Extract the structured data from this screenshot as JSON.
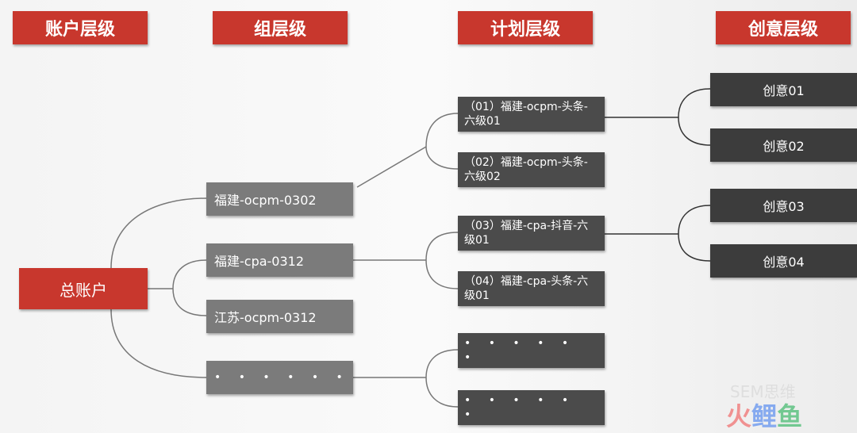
{
  "headers": [
    "账户层级",
    "组层级",
    "计划层级",
    "创意层级"
  ],
  "root": "总账户",
  "groups": [
    "福建-ocpm-0302",
    "福建-cpa-0312",
    "江苏-ocpm-0312",
    "• • • • • •"
  ],
  "plans": [
    "（01）福建-ocpm-头条-六级01",
    "（02）福建-ocpm-头条-六级02",
    "（03）福建-cpa-抖音-六级01",
    "（04）福建-cpa-头条-六级01",
    "• • • • • •",
    "• • • • • •"
  ],
  "creatives": [
    "创意01",
    "创意02",
    "创意03",
    "创意04"
  ],
  "watermark": {
    "text": "SEM思维",
    "logo": "火鲤鱼"
  },
  "colors": {
    "red": "#c8372d",
    "group": "#7b7b7b",
    "plan": "#4b4b4b",
    "creative": "#3c3c3c"
  }
}
